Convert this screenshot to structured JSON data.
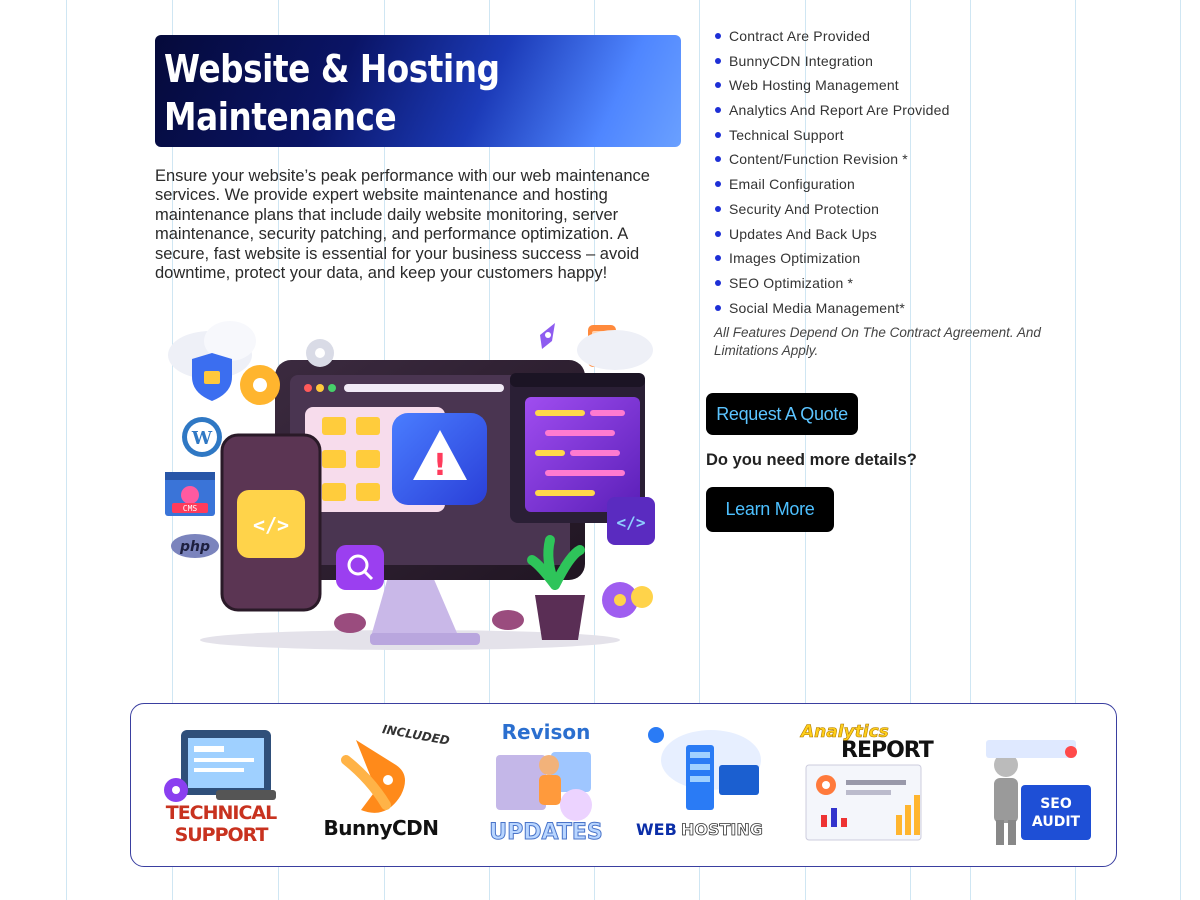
{
  "title": "Website & Hosting Maintenance",
  "title_lines": [
    "Website & Hosting",
    "Maintenance"
  ],
  "intro": "Ensure your website’s peak performance with our web maintenance services. We provide expert website maintenance and hosting maintenance plans that include daily website monitoring, server maintenance, security patching, and performance optimization. A secure, fast website is essential for your business success – avoid downtime, protect your data, and keep your customers happy!",
  "features": [
    "Contract Are Provided",
    "BunnyCDN Integration",
    "Web Hosting Management",
    "Analytics And Report Are Provided",
    "Technical Support",
    "Content/Function Revision *",
    "Email Configuration",
    "Security And Protection",
    "Updates And Back Ups",
    "Images Optimization",
    "SEO Optimization *",
    "Social Media Management*"
  ],
  "note": "All Features Depend On The Contract Agreement. And Limitations Apply.",
  "buttons": {
    "quote": "Request A Quote",
    "learn": "Learn More"
  },
  "more_details": "Do you need more details?",
  "hero": {
    "wordpress": "W",
    "cms": "CMS",
    "php": "php",
    "code": "</>",
    "alert": "!"
  },
  "tiles": [
    {
      "name": "technical-support",
      "lines": [
        "TECHNICAL",
        "SUPPORT"
      ]
    },
    {
      "name": "bunnycdn",
      "label": "BunnyCDN",
      "badge": "INCLUDED"
    },
    {
      "name": "revision-updates",
      "top": "Revison",
      "bottom": "UPDATES"
    },
    {
      "name": "web-hosting",
      "label_a": "WEB",
      "label_b": "HOSTING"
    },
    {
      "name": "analytics-report",
      "top": "Analytics",
      "bottom": "REPORT"
    },
    {
      "name": "seo-audit",
      "lines": [
        "SEO",
        "AUDIT"
      ]
    }
  ],
  "colors": {
    "accent": "#1d2fd6",
    "button_bg": "#000000",
    "button_text": "#54b9ff",
    "title_gradient_start": "#050a3a",
    "title_gradient_end": "#6aa0ff",
    "strip_border": "#3a3fa0"
  }
}
